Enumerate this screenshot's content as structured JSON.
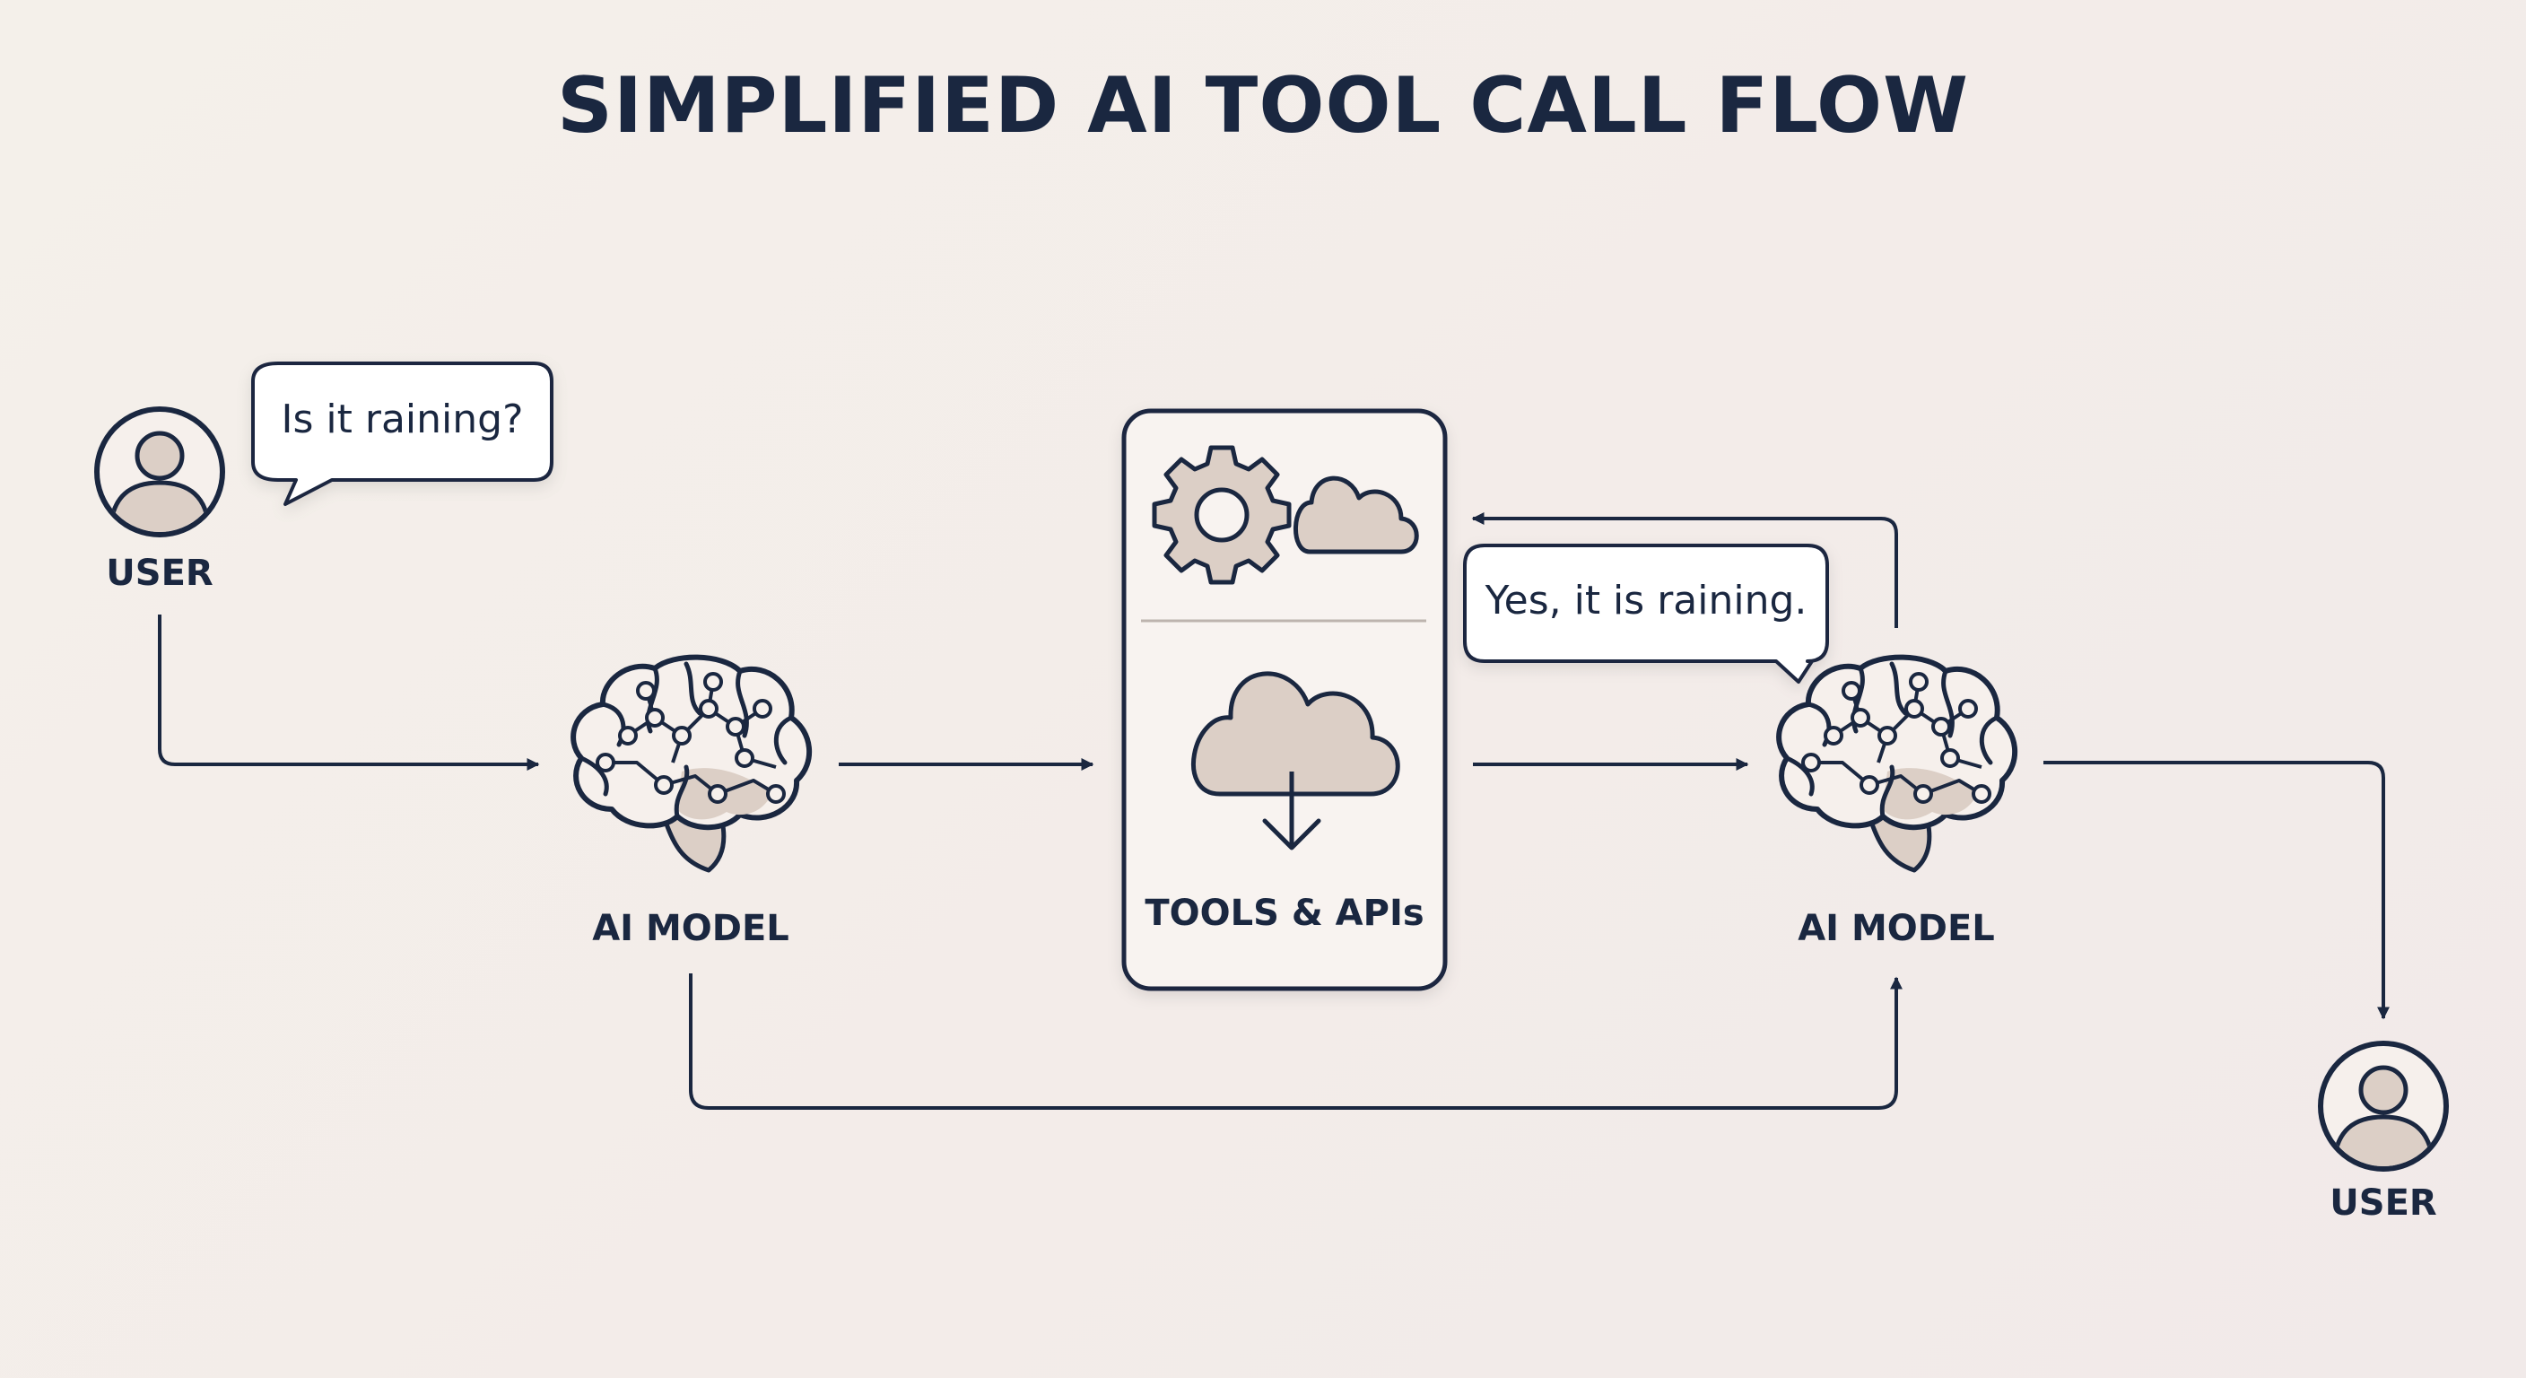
{
  "title": "SIMPLIFIED AI TOOL CALL FLOW",
  "nodes": {
    "user_start": {
      "label": "USER",
      "icon": "user-icon"
    },
    "ai_model_first": {
      "label": "AI MODEL",
      "icon": "brain-circuit-icon"
    },
    "tools": {
      "label": "TOOLS & APIs",
      "icons": [
        "gear-icon",
        "cloud-icon",
        "cloud-download-icon"
      ]
    },
    "ai_model_second": {
      "label": "AI MODEL",
      "icon": "brain-circuit-icon"
    },
    "user_end": {
      "label": "USER",
      "icon": "user-icon"
    }
  },
  "bubbles": {
    "question": "Is it raining?",
    "answer": "Yes, it is raining."
  },
  "colors": {
    "ink": "#1a2740",
    "icon_fill": "#dccfc6",
    "card_fill": "#f8f3f0",
    "bubble_fill": "#ffffff"
  }
}
